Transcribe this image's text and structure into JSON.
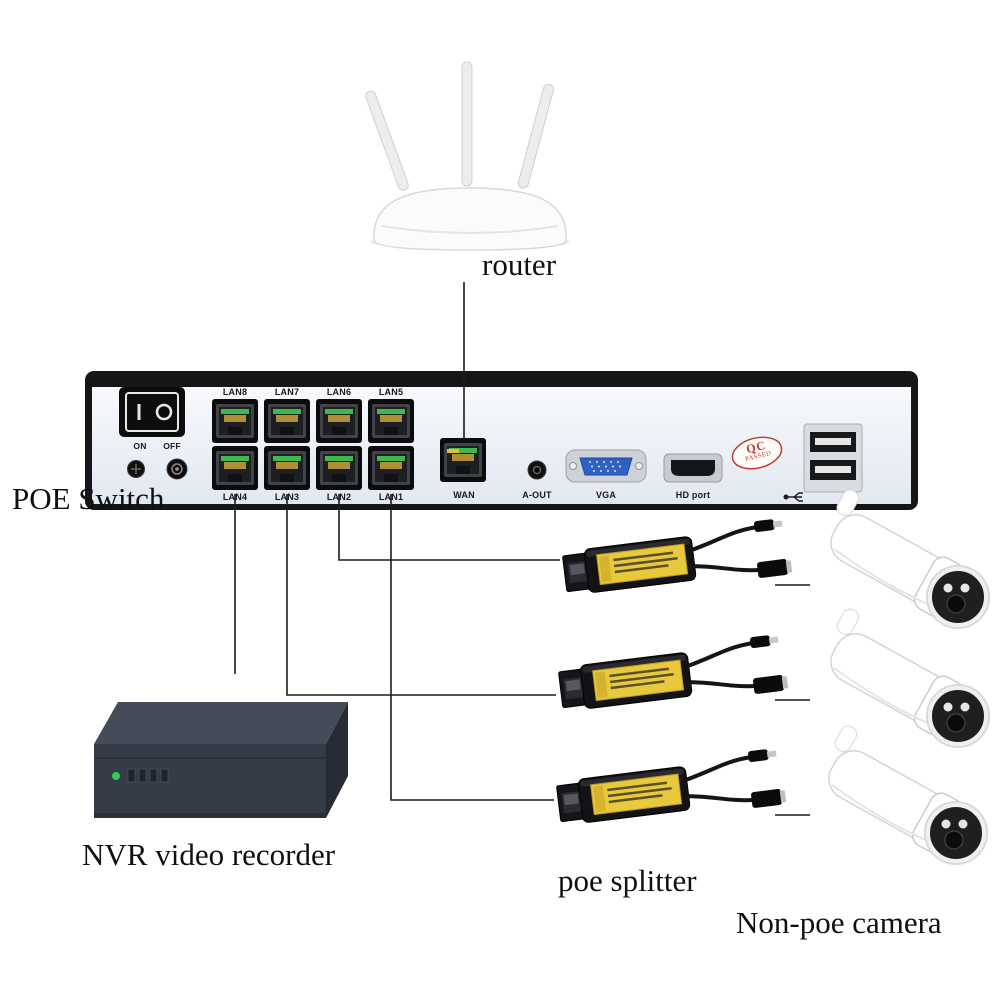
{
  "diagram": {
    "router_label": "router",
    "poe_switch_label": "POE Switch",
    "nvr_label": "NVR video recorder",
    "poe_splitter_label": "poe splitter",
    "non_poe_camera_label": "Non-poe camera"
  },
  "switch_rear_panel": {
    "power_switch": {
      "on_label": "ON",
      "off_label": "OFF"
    },
    "lan_ports_top_row": [
      "LAN8",
      "LAN7",
      "LAN6",
      "LAN5"
    ],
    "lan_ports_bottom_row": [
      "LAN4",
      "LAN3",
      "LAN2",
      "LAN1"
    ],
    "wan_label": "WAN",
    "a_out_label": "A-OUT",
    "vga_label": "VGA",
    "hd_port_label": "HD port",
    "qc_sticker": {
      "line1": "QC",
      "line2": "PASSED"
    }
  },
  "colors": {
    "panel_face": "#eef2f7",
    "port_led_green": "#3fb94e",
    "vga_blue": "#2f62c0",
    "splitter_label_yellow": "#e9c93c",
    "sticker_red": "#c0392b",
    "line_black": "#1c1c1c"
  }
}
